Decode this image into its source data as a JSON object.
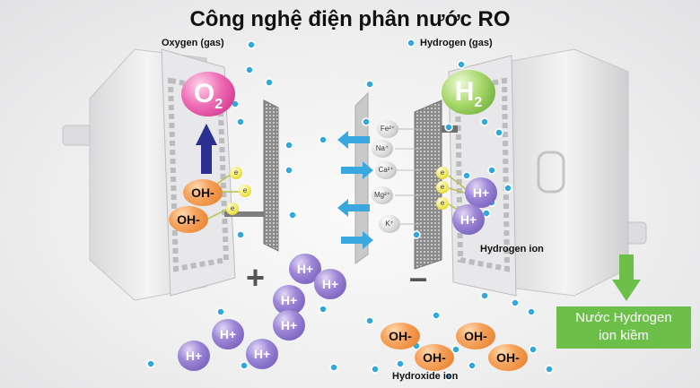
{
  "title": "Công nghệ điện phân nước RO",
  "labels": {
    "oxygen_gas": "Oxygen (gas)",
    "hydrogen_gas": "Hydrogen (gas)",
    "hydrogen_ion": "Hydrogen ion",
    "hydroxide_ion": "Hydroxide ion"
  },
  "gases": {
    "o2": {
      "base": "O",
      "sub": "2"
    },
    "h2": {
      "base": "H",
      "sub": "2"
    }
  },
  "electrodes": {
    "positive": "+",
    "negative": "–"
  },
  "electron": "e",
  "molecules": {
    "oh": "OH-",
    "hplus": "H+"
  },
  "minerals": [
    "Fe²⁺",
    "Na⁺",
    "Ca²⁺",
    "Mg²⁺",
    "K⁺"
  ],
  "result": {
    "line1": "Nước Hydrogen",
    "line2": "ion kiềm"
  },
  "colors": {
    "oh_orange": "#e98a3a",
    "hplus_purple": "#7a64c2",
    "o2_pink": "#e0389a",
    "h2_green": "#86c84a",
    "bubble_blue": "#2fa8dc",
    "arrow_blue": "#3aa8e0",
    "arrow_navy": "#2b2f8f",
    "result_green": "#6cc04a"
  }
}
